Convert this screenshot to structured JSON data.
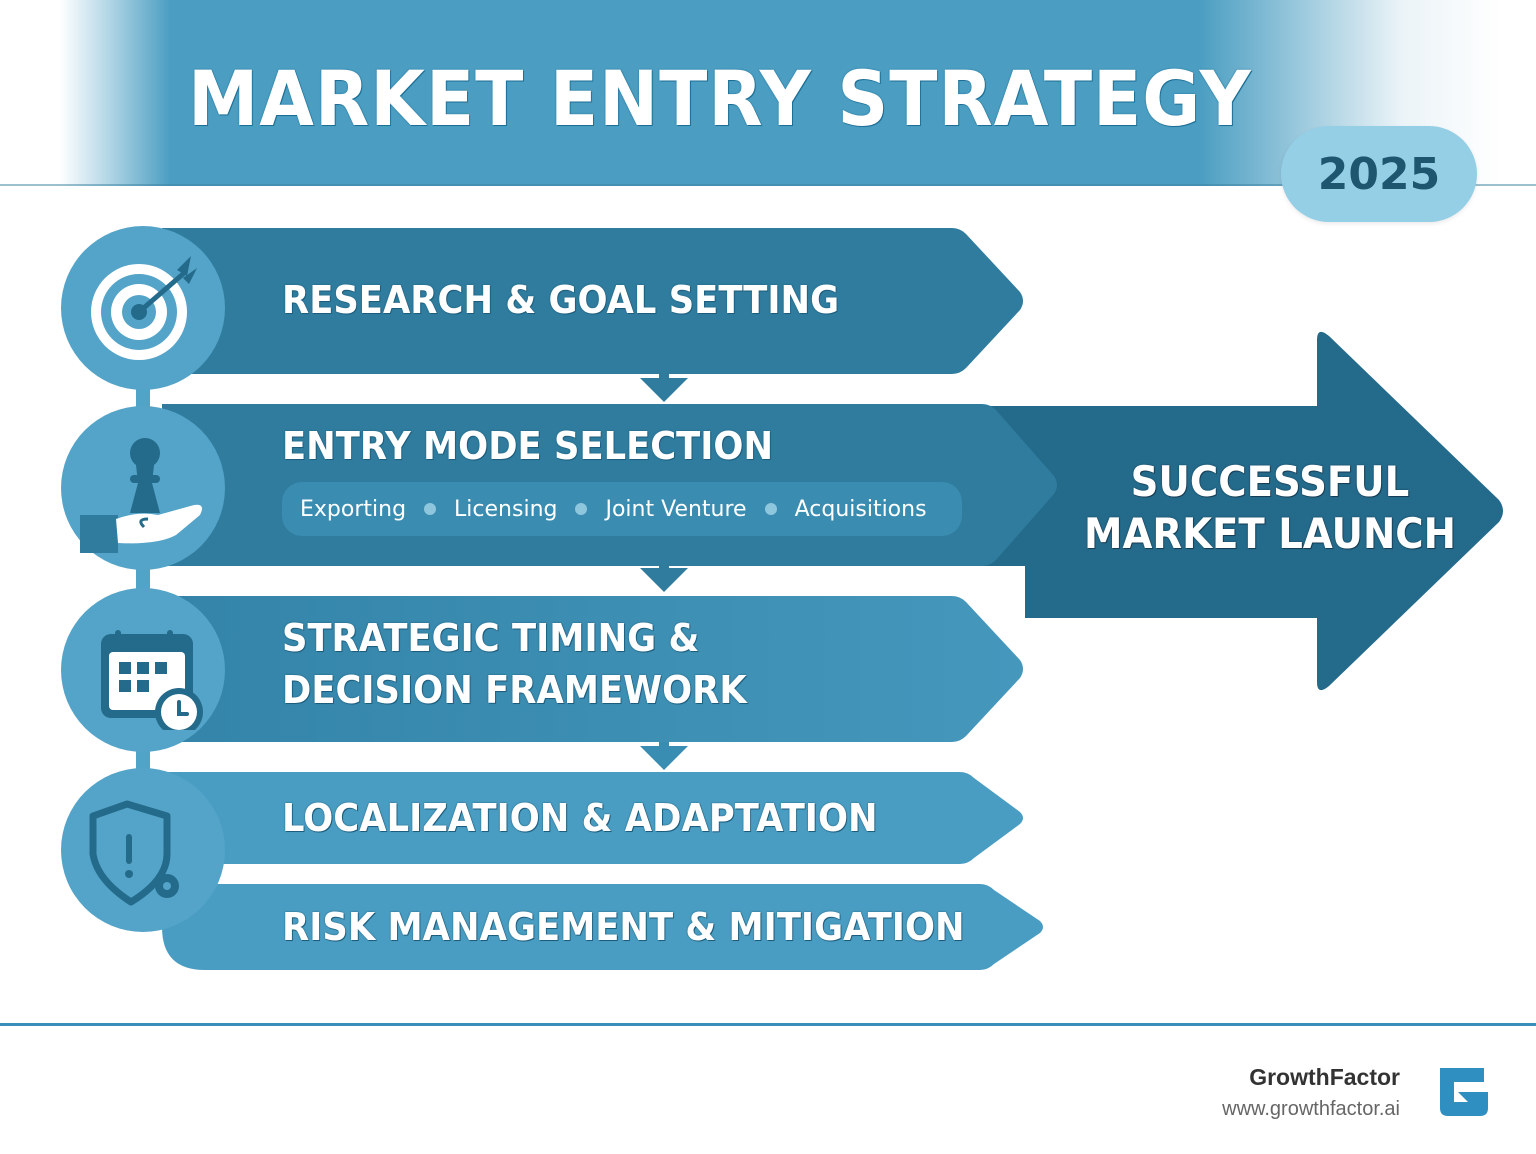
{
  "header": {
    "title": "MARKET ENTRY STRATEGY",
    "year": "2025",
    "band_color": "#4b9ec2",
    "year_pill_color": "#94cfe6"
  },
  "steps": [
    {
      "label": "RESEARCH & GOAL SETTING",
      "icon": "target-icon",
      "color": "#2f7c9e"
    },
    {
      "label": "ENTRY MODE SELECTION",
      "icon": "hand-chess-pawn-icon",
      "color": "#2f7c9e",
      "options": [
        "Exporting",
        "Licensing",
        "Joint Venture",
        "Acquisitions"
      ]
    },
    {
      "label_line1": "STRATEGIC TIMING &",
      "label_line2": "DECISION FRAMEWORK",
      "icon": "calendar-clock-icon",
      "color": "#3a8db2"
    },
    {
      "label": "LOCALIZATION & ADAPTATION",
      "icon": "shield-alert-gear-icon",
      "color": "#4a9dc2"
    },
    {
      "label": "RISK MANAGEMENT & MITIGATION",
      "color": "#4a9dc2"
    }
  ],
  "outcome": {
    "line1": "SUCCESSFUL",
    "line2": "MARKET LAUNCH",
    "color": "#246a8b"
  },
  "footer": {
    "brand": "GrowthFactor",
    "url": "www.growthfactor.ai",
    "logo_color": "#2e8fc0"
  }
}
